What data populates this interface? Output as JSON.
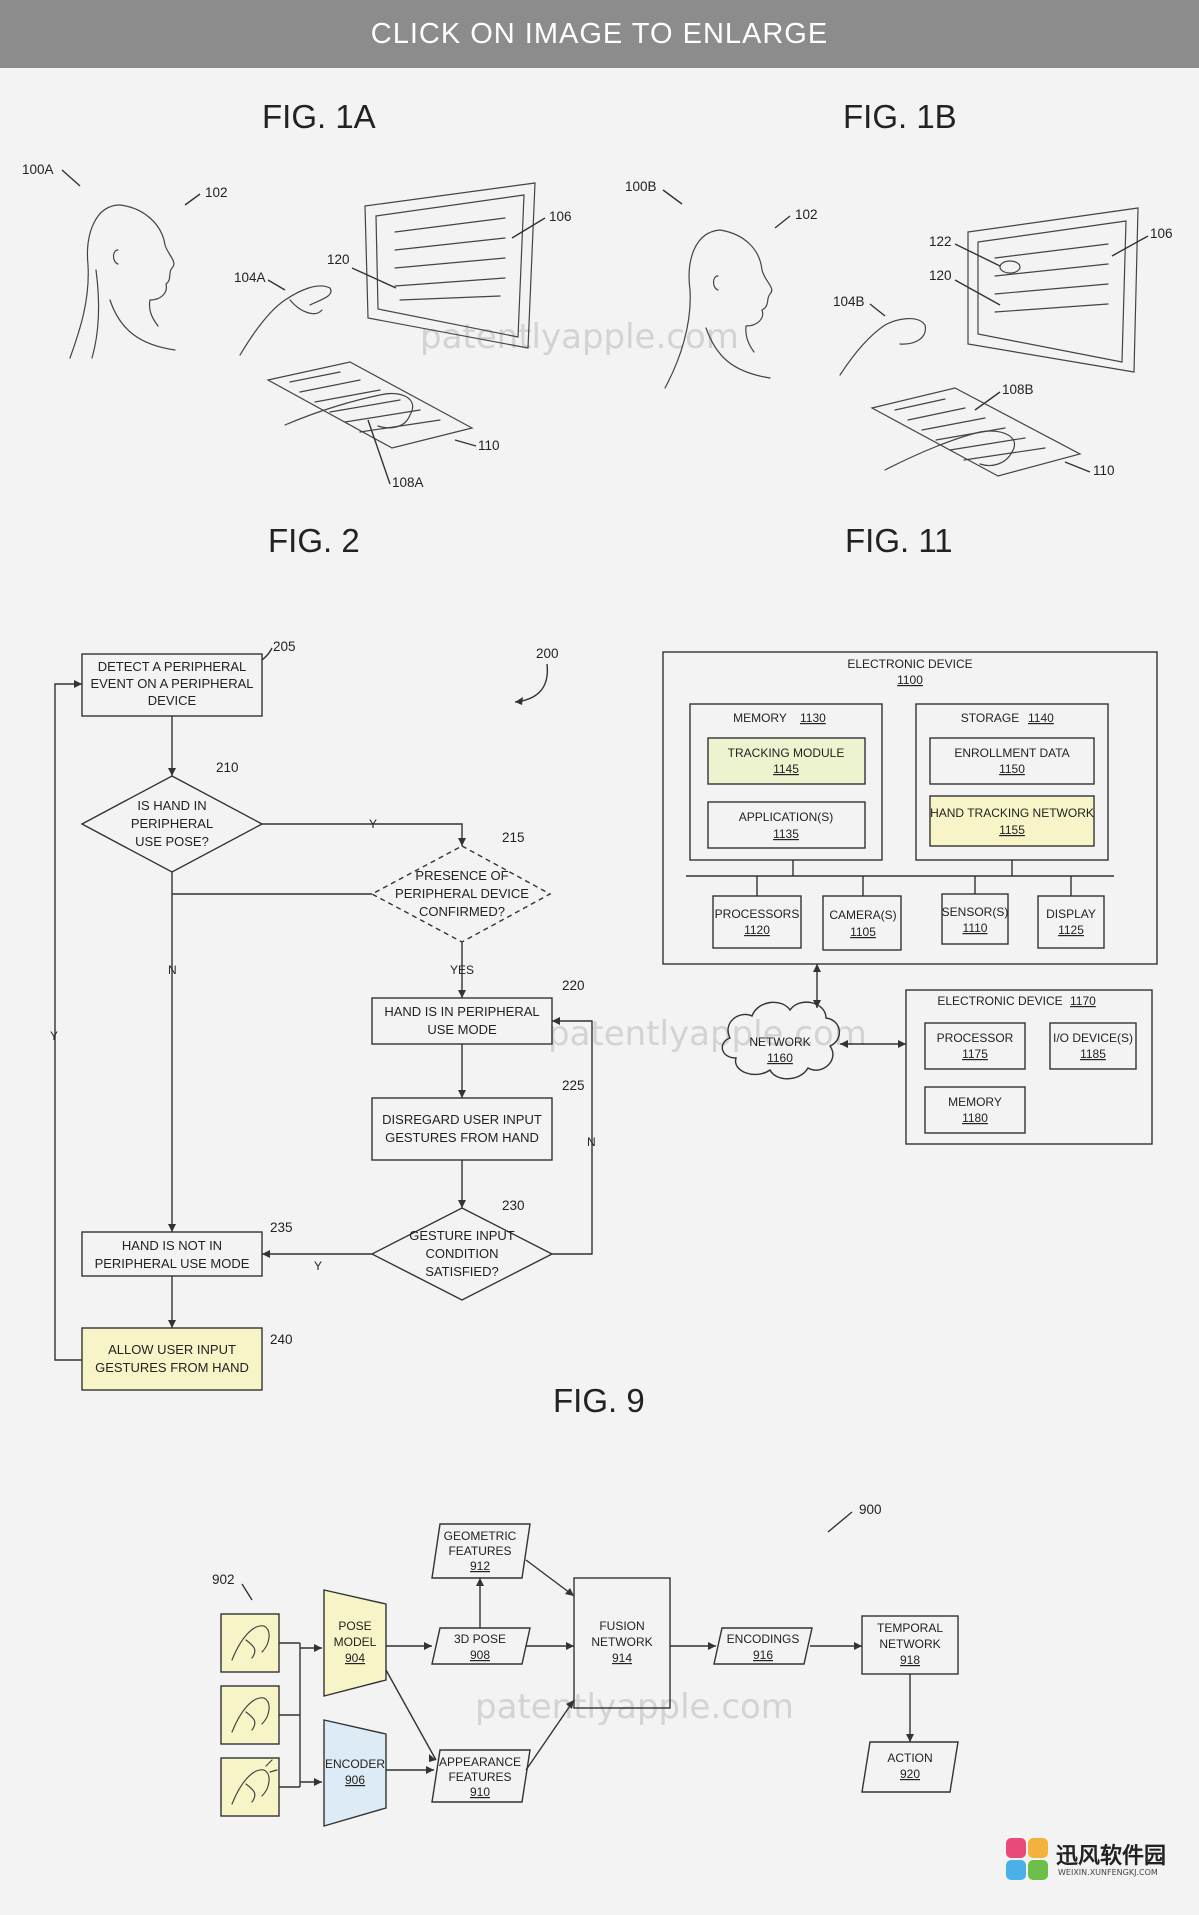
{
  "banner": {
    "text": "CLICK ON IMAGE TO ENLARGE"
  },
  "figures": {
    "fig1a": {
      "label": "FIG. 1A",
      "refs": [
        "100A",
        "102",
        "104A",
        "120",
        "106",
        "110",
        "108A"
      ]
    },
    "fig1b": {
      "label": "FIG. 1B",
      "refs": [
        "100B",
        "102",
        "122",
        "120",
        "106",
        "104B",
        "108B",
        "110"
      ]
    },
    "fig2": {
      "label": "FIG. 2",
      "ref": "200",
      "nodes": {
        "n205": {
          "ref": "205",
          "lines": [
            "DETECT A PERIPHERAL",
            "EVENT ON A PERIPHERAL",
            "DEVICE"
          ]
        },
        "n210": {
          "ref": "210",
          "lines": [
            "IS HAND IN",
            "PERIPHERAL",
            "USE POSE?"
          ]
        },
        "n215": {
          "ref": "215",
          "lines": [
            "PRESENCE OF",
            "PERIPHERAL DEVICE",
            "CONFIRMED?"
          ]
        },
        "n220": {
          "ref": "220",
          "lines": [
            "HAND IS IN PERIPHERAL",
            "USE MODE"
          ]
        },
        "n225": {
          "ref": "225",
          "lines": [
            "DISREGARD USER INPUT",
            "GESTURES FROM HAND"
          ]
        },
        "n230": {
          "ref": "230",
          "lines": [
            "GESTURE INPUT",
            "CONDITION",
            "SATISFIED?"
          ]
        },
        "n235": {
          "ref": "235",
          "lines": [
            "HAND IS NOT IN",
            "PERIPHERAL USE MODE"
          ]
        },
        "n240": {
          "ref": "240",
          "lines": [
            "ALLOW USER INPUT",
            "GESTURES FROM HAND"
          ]
        }
      },
      "edge_labels": {
        "y1": "Y",
        "yes": "YES",
        "n1": "N",
        "n2": "N",
        "y2": "Y",
        "y3": "Y"
      }
    },
    "fig11": {
      "label": "FIG. 11",
      "device": {
        "title": "ELECTRONIC DEVICE",
        "ref": "1100"
      },
      "memory": {
        "title": "MEMORY",
        "ref": "1130"
      },
      "tracking": {
        "title": "TRACKING MODULE",
        "ref": "1145"
      },
      "applications": {
        "title": "APPLICATION(S)",
        "ref": "1135"
      },
      "storage": {
        "title": "STORAGE",
        "ref": "1140"
      },
      "enrollment": {
        "title": "ENROLLMENT DATA",
        "ref": "1150"
      },
      "htn": {
        "title": "HAND TRACKING NETWORK",
        "ref": "1155"
      },
      "processors": {
        "title": "PROCESSORS",
        "ref": "1120"
      },
      "cameras": {
        "title": "CAMERA(S)",
        "ref": "1105"
      },
      "sensors": {
        "title": "SENSOR(S)",
        "ref": "1110"
      },
      "display": {
        "title": "DISPLAY",
        "ref": "1125"
      },
      "network": {
        "title": "NETWORK",
        "ref": "1160"
      },
      "device2": {
        "title": "ELECTRONIC DEVICE",
        "ref": "1170"
      },
      "processor2": {
        "title": "PROCESSOR",
        "ref": "1175"
      },
      "io": {
        "title": "I/O DEVICE(S)",
        "ref": "1185"
      },
      "memory2": {
        "title": "MEMORY",
        "ref": "1180"
      }
    },
    "fig9": {
      "label": "FIG. 9",
      "refs": {
        "main": "900",
        "frames": "902"
      },
      "pose_model": {
        "lines": [
          "POSE",
          "MODEL"
        ],
        "ref": "904"
      },
      "encoder": {
        "lines": [
          "ENCODER"
        ],
        "ref": "906"
      },
      "geometric": {
        "lines": [
          "GEOMETRIC",
          "FEATURES"
        ],
        "ref": "912"
      },
      "pose3d": {
        "lines": [
          "3D POSE"
        ],
        "ref": "908"
      },
      "appearance": {
        "lines": [
          "APPEARANCE",
          "FEATURES"
        ],
        "ref": "910"
      },
      "fusion": {
        "lines": [
          "FUSION",
          "NETWORK"
        ],
        "ref": "914"
      },
      "encodings": {
        "lines": [
          "ENCODINGS"
        ],
        "ref": "916"
      },
      "temporal": {
        "lines": [
          "TEMPORAL",
          "NETWORK"
        ],
        "ref": "918"
      },
      "action": {
        "lines": [
          "ACTION"
        ],
        "ref": "920"
      }
    }
  },
  "watermark": "patentlyapple.com",
  "logo": {
    "name": "迅风软件园",
    "url": "WEIXIN.XUNFENGKJ.COM"
  },
  "colors": {
    "banner": "#8c8c8c",
    "highlight_yellow": "#f7f5c8",
    "highlight_blue": "#dcebf5",
    "highlight_green": "#eef3cf"
  }
}
